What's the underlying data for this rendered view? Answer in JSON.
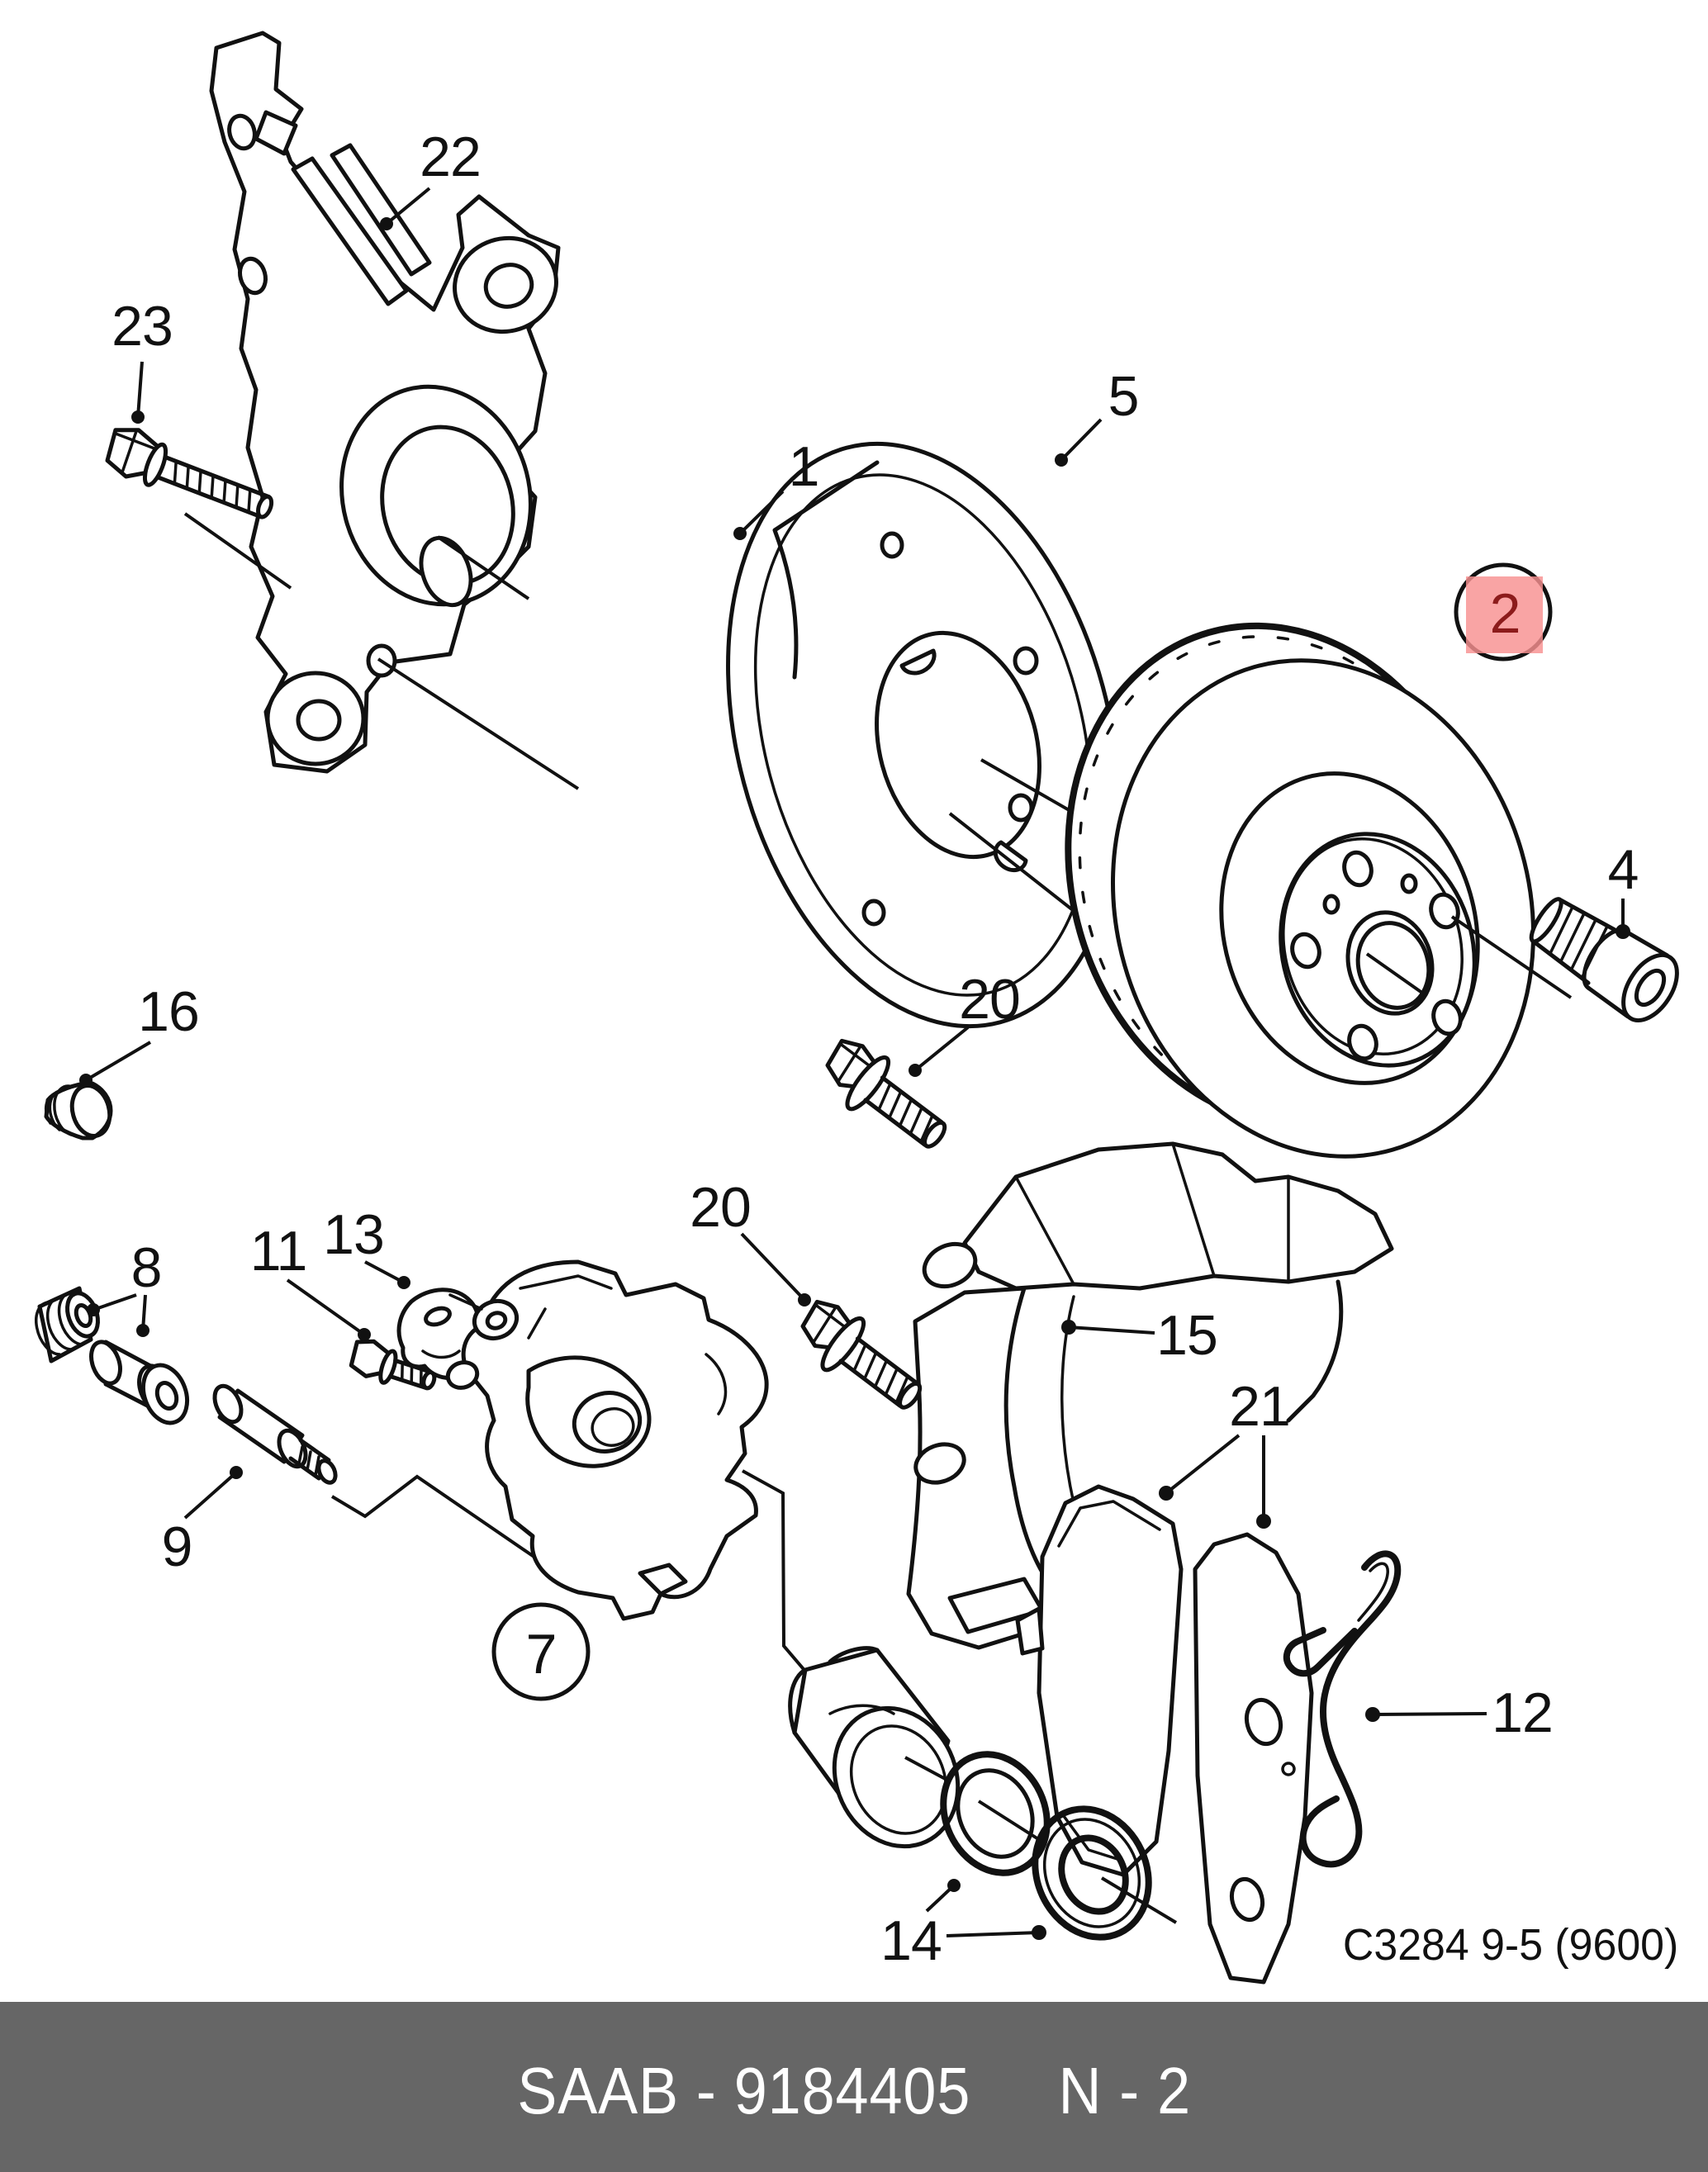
{
  "diagram": {
    "plate_code": "C3284 9-5 (9600)",
    "footer": {
      "left": "SAAB - 9184405",
      "right": "N - 2",
      "bar_color": "#666666",
      "text_color": "#ffffff"
    },
    "highlight": {
      "square_color": "#f89090",
      "digit_color": "#8c1b1b"
    },
    "callouts": [
      {
        "id": "22",
        "text": "22",
        "style": "plain"
      },
      {
        "id": "23",
        "text": "23",
        "style": "plain"
      },
      {
        "id": "1",
        "text": "1",
        "style": "plain"
      },
      {
        "id": "5",
        "text": "5",
        "style": "plain"
      },
      {
        "id": "2",
        "text": "2",
        "style": "circled-highlighted"
      },
      {
        "id": "4",
        "text": "4",
        "style": "plain"
      },
      {
        "id": "16",
        "text": "16",
        "style": "plain"
      },
      {
        "id": "20a",
        "text": "20",
        "style": "plain"
      },
      {
        "id": "20b",
        "text": "20",
        "style": "plain"
      },
      {
        "id": "8",
        "text": "8",
        "style": "plain"
      },
      {
        "id": "11",
        "text": "11",
        "style": "plain"
      },
      {
        "id": "13",
        "text": "13",
        "style": "plain"
      },
      {
        "id": "9",
        "text": "9",
        "style": "plain"
      },
      {
        "id": "7",
        "text": "7",
        "style": "circled"
      },
      {
        "id": "15",
        "text": "15",
        "style": "plain"
      },
      {
        "id": "21",
        "text": "21",
        "style": "plain"
      },
      {
        "id": "12",
        "text": "12",
        "style": "plain"
      },
      {
        "id": "14",
        "text": "14",
        "style": "plain"
      }
    ]
  }
}
